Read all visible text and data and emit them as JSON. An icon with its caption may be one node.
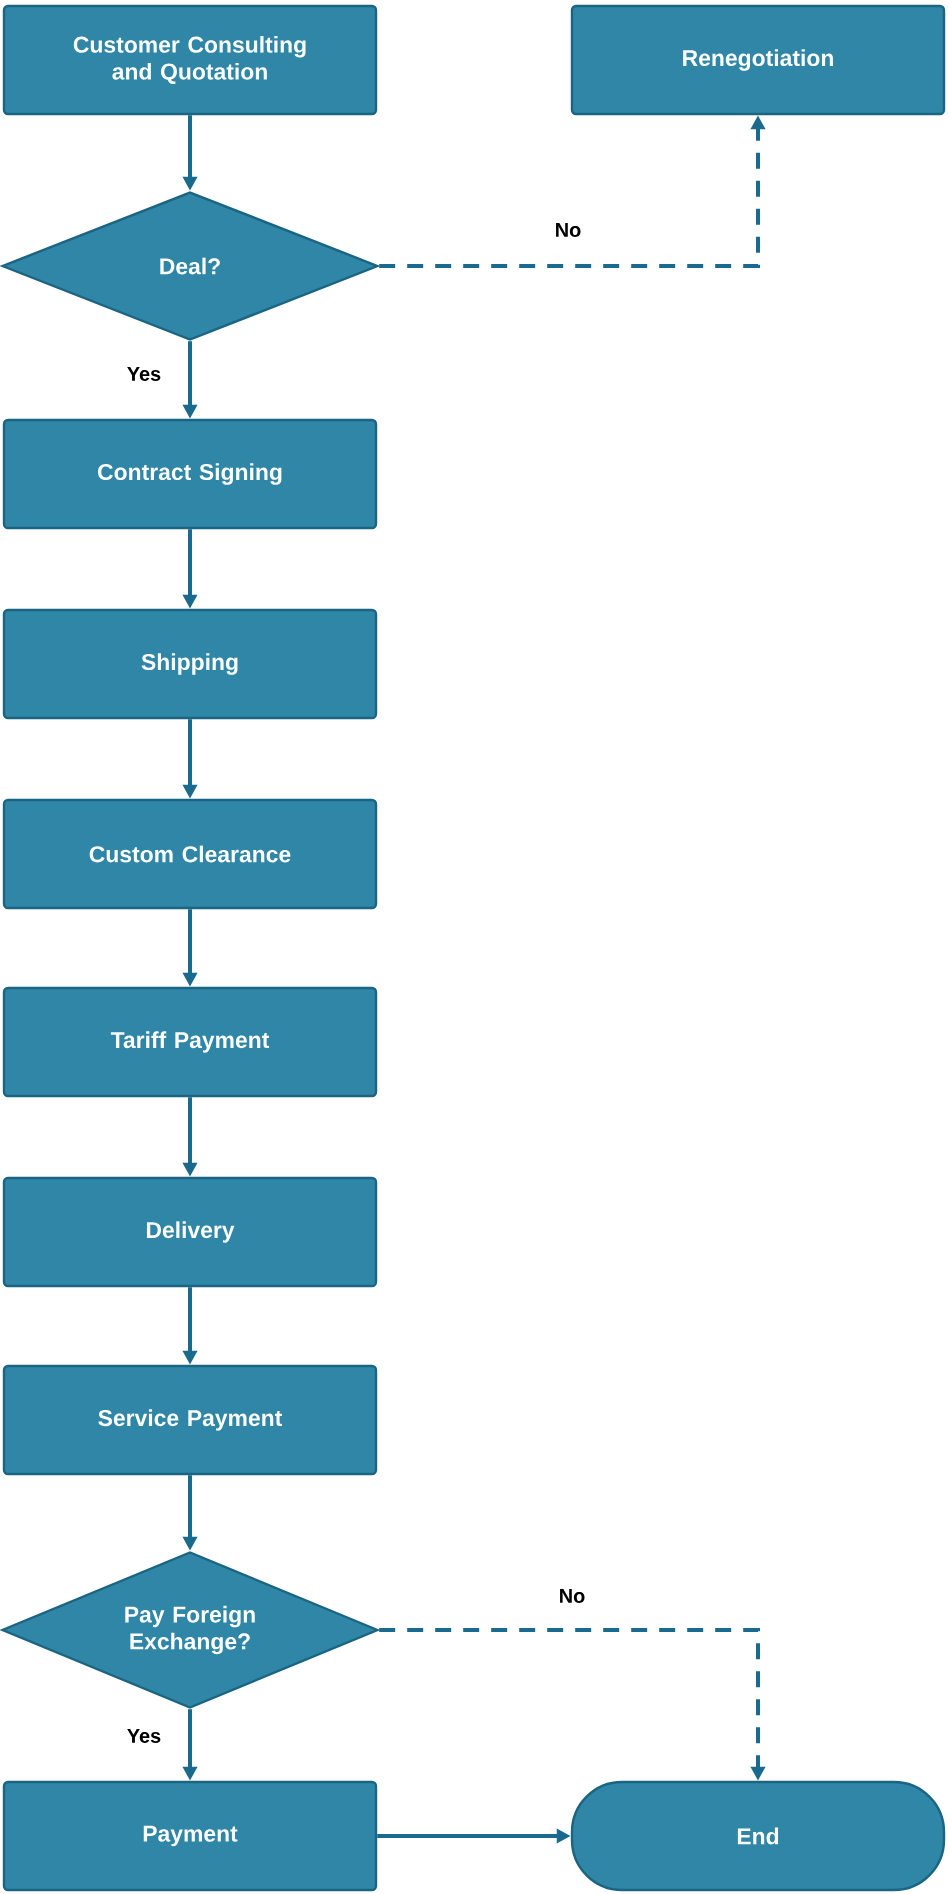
{
  "diagram": {
    "nodes": [
      {
        "text": [
          "Customer Consulting and Quotation"
        ]
      },
      {
        "text": [
          "Renegotiation"
        ]
      },
      {
        "text": [
          "Deal?"
        ]
      },
      {
        "text": [
          "Contract Signing"
        ]
      },
      {
        "text": [
          "Shipping"
        ]
      },
      {
        "text": [
          "Custom Clearance"
        ]
      },
      {
        "text": [
          "Tariff Payment"
        ]
      },
      {
        "text": [
          "Delivery"
        ]
      },
      {
        "text": [
          "Service Payment"
        ]
      },
      {
        "text": [
          "Pay Foreign Exchange?"
        ]
      },
      {
        "text": [
          "Payment"
        ]
      },
      {
        "text": [
          "End"
        ]
      }
    ],
    "edges": [
      {
        "from": 0,
        "to": 2,
        "arrow": "to"
      },
      {
        "from": 2,
        "to": 1,
        "arrow": "to",
        "label": "No",
        "style": "dashed"
      },
      {
        "from": 2,
        "to": 3,
        "arrow": "to",
        "label": "Yes"
      },
      {
        "from": 3,
        "to": 4,
        "arrow": "to"
      },
      {
        "from": 4,
        "to": 5,
        "arrow": "to"
      },
      {
        "from": 5,
        "to": 6,
        "arrow": "to"
      },
      {
        "from": 6,
        "to": 7,
        "arrow": "to"
      },
      {
        "from": 7,
        "to": 8,
        "arrow": "to"
      },
      {
        "from": 8,
        "to": 9,
        "arrow": "to"
      },
      {
        "from": 9,
        "to": 10,
        "arrow": "to",
        "label": "Yes"
      },
      {
        "from": 9,
        "to": 11,
        "arrow": "to",
        "label": "No",
        "style": "dashed"
      },
      {
        "from": 10,
        "to": 11,
        "arrow": "to"
      }
    ]
  }
}
